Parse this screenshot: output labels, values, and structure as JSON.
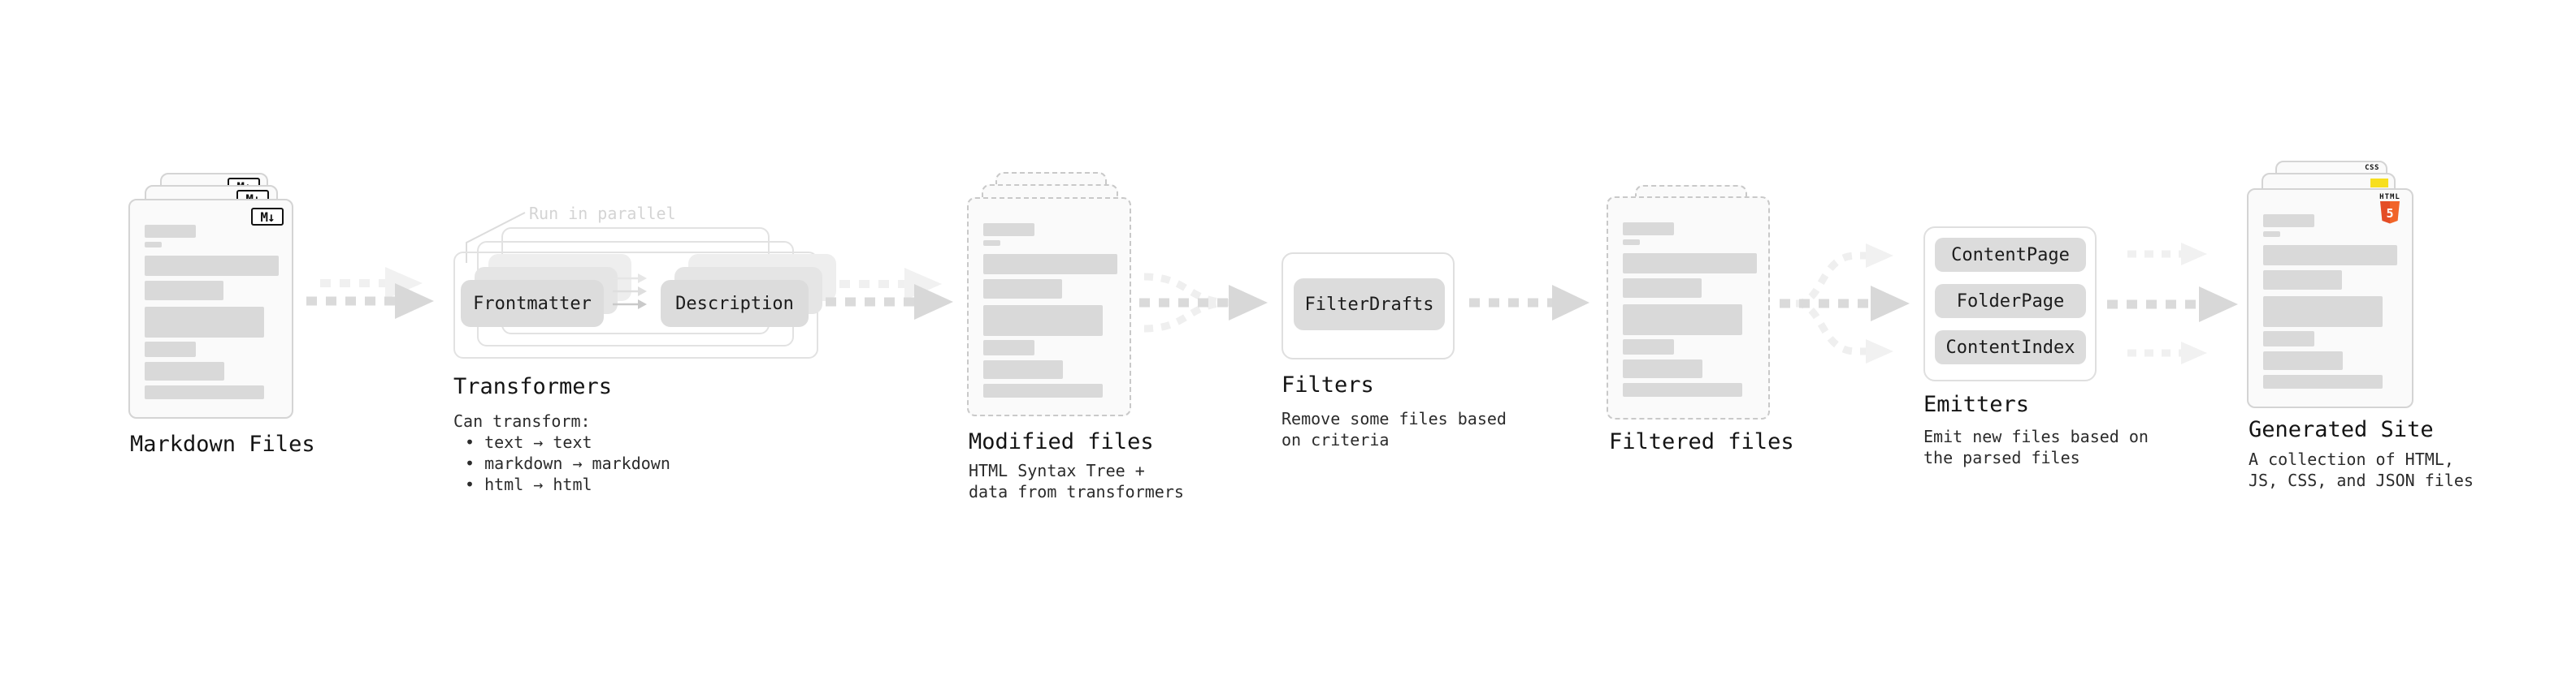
{
  "markdown_files": {
    "title": "Markdown Files"
  },
  "transformers": {
    "title": "Transformers",
    "note": "Run in parallel",
    "heading": "Can transform:",
    "bullets": [
      "• text → text",
      "• markdown → markdown",
      "• html → html"
    ],
    "button_frontmatter": "Frontmatter",
    "button_description": "Description"
  },
  "modified_files": {
    "title": "Modified files",
    "subtitle": "HTML Syntax Tree +\ndata from transformers"
  },
  "filters": {
    "title": "Filters",
    "subtitle": "Remove some files based\non criteria",
    "button_filterdrafts": "FilterDrafts"
  },
  "filtered_files": {
    "title": "Filtered files"
  },
  "emitters": {
    "title": "Emitters",
    "subtitle": "Emit new files based on\nthe parsed files",
    "button_contentpage": "ContentPage",
    "button_folderpage": "FolderPage",
    "button_contentindex": "ContentIndex"
  },
  "generated_site": {
    "title": "Generated Site",
    "subtitle": "A collection of HTML,\nJS, CSS, and JSON files"
  },
  "icons": {
    "markdown_label": "M↓",
    "css_label": "CSS",
    "html_label": "HTML",
    "html5_number": "5"
  },
  "colors": {
    "html5_orange_dark": "#e44d26",
    "html5_orange_light": "#f16529",
    "js_yellow": "#f7df1e",
    "css_blue": "#2b6bff",
    "bar_gray": "#d9d9d9",
    "arrow_dark": "#d8d8d8",
    "arrow_light": "#f0f0f0"
  }
}
